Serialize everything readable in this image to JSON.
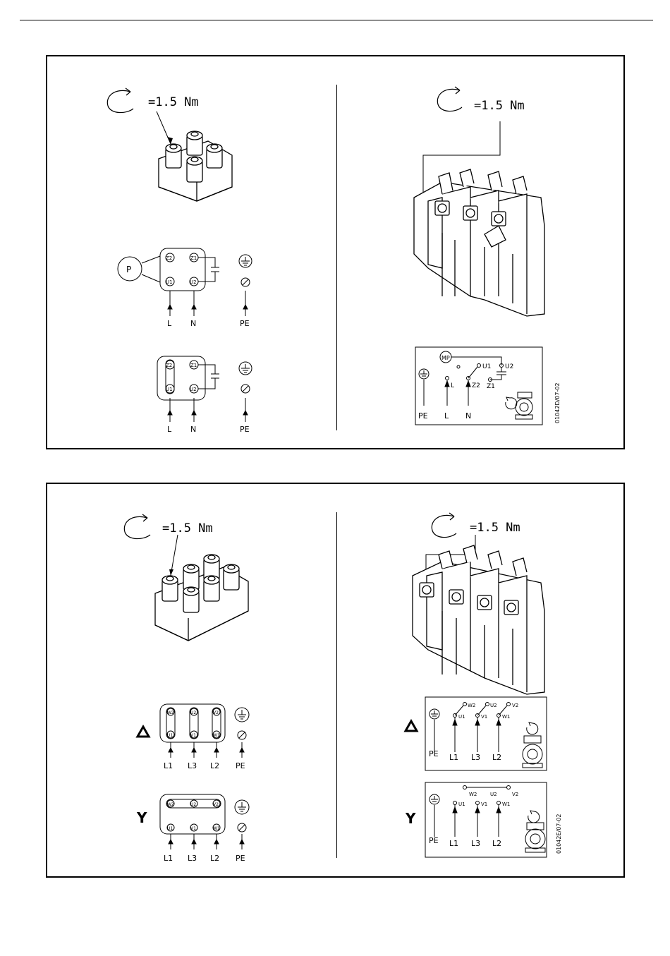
{
  "torque": "=1.5  Nm",
  "single_phase": {
    "motor_label": "P",
    "terminals": [
      "Z2",
      "Z1",
      "U1",
      "U2"
    ],
    "supply_labels": [
      "L",
      "N",
      "PE"
    ],
    "capacitor_wiring": {
      "labels": [
        "MP",
        "U1",
        "U2",
        "Z2",
        "Z1"
      ],
      "supply_labels": [
        "PE",
        "L",
        "N"
      ],
      "line_labels": [
        "L",
        "Z2",
        "Z1"
      ],
      "code": "01042D/07-02"
    }
  },
  "three_phase": {
    "delta_symbol": "Δ",
    "star_symbol": "Y",
    "terminals_top": [
      "W2",
      "U2",
      "V2"
    ],
    "terminals_bottom": [
      "U1",
      "V1",
      "W1"
    ],
    "supply_labels": [
      "L1",
      "L3",
      "L2",
      "PE"
    ],
    "cover_labels": [
      "PE",
      "L1",
      "L3",
      "L2"
    ],
    "code": "01042E/07-02"
  }
}
